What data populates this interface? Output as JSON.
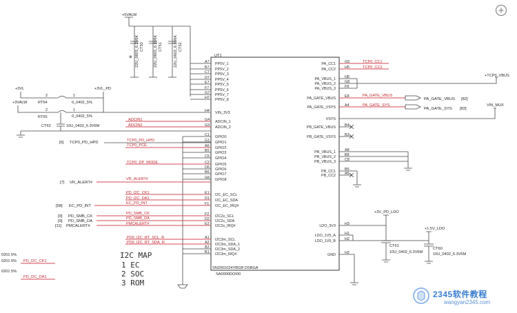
{
  "power": {
    "vin_top": "+5VALW",
    "vin_left1": "+3VL",
    "vin_left2": "+3VALW",
    "vin_pd": "+3VL_PD",
    "ldo_net": "+3V_PD_LDO",
    "ldo15_net": "+1.5V_LDO",
    "tcp_vbus": "+TCP0_VBUS",
    "vin_mux": "VIN_MUX"
  },
  "top_caps": [
    {
      "ref": "CT50",
      "value": "22U_0603_6.3V6K"
    },
    {
      "ref": "CT51",
      "value": "22U_0603_6.3V6K"
    },
    {
      "ref": "CT52",
      "value": "22U_0603_6.3V6K"
    }
  ],
  "left_parts": {
    "rt64_ref": "RT64",
    "rt64_val": "0_0402_5%",
    "rt65_ref": "RT65",
    "rt65_val": "0_0402_5%",
    "ct62_ref": "CT62",
    "ct62_val": "10U_0402_6.3V6M",
    "pin1": "1",
    "pin2": "2"
  },
  "chip": {
    "ref": "UT1",
    "part": "SN2001024YBGR DSBGA",
    "code": "SA0000DOI00",
    "left_pins": [
      {
        "ball": "A7",
        "name": "PP5V_1"
      },
      {
        "ball": "B7",
        "name": "PP5V_2"
      },
      {
        "ball": "C7",
        "name": "PP5V_3"
      },
      {
        "ball": "D7",
        "name": "PP5V_4"
      },
      {
        "ball": "E7",
        "name": "PP5V_5"
      },
      {
        "ball": "F7",
        "name": "PP5V_6"
      },
      {
        "ball": "G7",
        "name": "PP5V_7"
      },
      {
        "ball": "H7",
        "name": "PP5V_8"
      },
      {
        "ball": "H4",
        "name": "VIN_3V3"
      },
      {
        "ball": "G4",
        "name": "ADCIN_1"
      },
      {
        "ball": "G3",
        "name": "ADCIN_2"
      },
      {
        "ball": "C1",
        "name": "GPIO0"
      },
      {
        "ball": "G1",
        "name": "GPIO1"
      },
      {
        "ball": "A6",
        "name": "GPIO2"
      },
      {
        "ball": "B5",
        "name": "GPIO3"
      },
      {
        "ball": "C5",
        "name": "GPIO4"
      },
      {
        "ball": "C2",
        "name": "GPIO5"
      },
      {
        "ball": "D6",
        "name": "GPIO6"
      },
      {
        "ball": "B6",
        "name": "GPIO7"
      },
      {
        "ball": "G6",
        "name": "GPIO8"
      },
      {
        "ball": "E1",
        "name": "I2C_EC_SCL"
      },
      {
        "ball": "D1",
        "name": "I2C_EC_SDA"
      },
      {
        "ball": "F1",
        "name": "I2C_EC_IRQ#"
      },
      {
        "ball": "F2",
        "name": "I2C2s_SCL"
      },
      {
        "ball": "D2",
        "name": "I2C2s_SDA"
      },
      {
        "ball": "E2",
        "name": "I2C2s_IRQ#"
      },
      {
        "ball": "A1",
        "name": "I2C3m_SCL"
      },
      {
        "ball": "A2",
        "name": "I2C3m_SDA_1"
      },
      {
        "ball": "B2",
        "name": "I2C3m_SDA_2"
      },
      {
        "ball": "B1",
        "name": "I2C3m_IRQ#"
      }
    ],
    "right_pins": [
      {
        "ball": "G5",
        "name": "PA_CC1"
      },
      {
        "ball": "H5",
        "name": "PA_CC2"
      },
      {
        "ball": "H8",
        "name": "PA_VBUS_1"
      },
      {
        "ball": "G8",
        "name": "PA_VBUS_2"
      },
      {
        "ball": "F8",
        "name": "PA_VBUS_3"
      },
      {
        "ball": "E8",
        "name": "PA_GATE_VBUS"
      },
      {
        "ball": "A4",
        "name": "PA_GATE_VSYS"
      },
      {
        "ball": "",
        "name": "VSYS"
      },
      {
        "ball": "B4",
        "name": "PB_GATE_VBUS"
      },
      {
        "ball": "B3",
        "name": "PB_GATE_VSYS"
      },
      {
        "ball": "A8",
        "name": "PB_VBUS_1"
      },
      {
        "ball": "B8",
        "name": "PB_VBUS_2"
      },
      {
        "ball": "C8",
        "name": "PB_VBUS_3"
      },
      {
        "ball": "B5",
        "name": "PB_CC1"
      },
      {
        "ball": "A5",
        "name": "PB_CC2"
      },
      {
        "ball": "H3",
        "name": "LDO_3V3"
      },
      {
        "ball": "H1",
        "name": "LDO_1V5_A"
      },
      {
        "ball": "H2",
        "name": "LDO_1V5_B"
      },
      {
        "ball": "H2",
        "name": "GND"
      }
    ]
  },
  "left_nets": {
    "adcin1": "ADCIN1",
    "adcin2": "ADCIN2",
    "tcp0_hpd": "TCP0_PD_HPD",
    "tcp0_pce": "TCP0_PCE",
    "tcp0_dp_mode": "TCP0_DP_MODE",
    "vr_alert": "VR_ALERT#",
    "pd_i2c_ck1": "PD_I2C_CK1",
    "pd_i2c_da1": "PD_I2C_DA1",
    "ec_pd_int": "EC_PD_INT",
    "pd_smb_ck": "PD_SMB_CK",
    "pd_smb_da": "PD_SMB_DA",
    "pmcalert": "PMCALERT#",
    "pd_rt_scl": "PD0_I2C_RT_SCL_R",
    "pd_rt_sda": "PD0_I2C_RT_SDA_R"
  },
  "left_refs": {
    "r6": "[6]",
    "tcp0_hpd_lbl": "TCP0_PD_HPD",
    "r7": "[7]",
    "vr_alert_lbl": "VR_ALERT#",
    "r58": "[58]",
    "ec_pd_int_lbl": "EC_PD_INT",
    "r9a": "[9]",
    "pd_smb_ck_lbl": "PD_SMB_CK",
    "r9b": "[9]",
    "pd_smb_da_lbl": "PD_SMB_DA",
    "r11": "[11]",
    "pmcalert_lbl": "PMCALERT#"
  },
  "right_nets": {
    "tcp0_cc1": "TCP0_CC1",
    "tcp0_cc2": "TCP0_CC2",
    "pa_gate_vbus_net": "PA_GATE_VBUS",
    "pa_gate_sys_net": "PA_GATE_SYS",
    "pa_gate_vbus_off": "PA_GATE_VBUS",
    "pa_gate_vbus_ref": "[82]",
    "pa_gate_sys_off": "PA_GATE_SYS",
    "pa_gate_sys_ref": "[82]"
  },
  "right_parts": {
    "ct61_ref": "CT61",
    "ct61_val": "10U_0402_6.3V6M",
    "ct60_ref": "CT60",
    "ct60_val": "10U_0402_6.3V6M"
  },
  "i2c_map": {
    "title": "I2C MAP",
    "items": [
      "1 EC",
      "2 SOC",
      "3 ROM"
    ]
  },
  "bottom_left": [
    {
      "res": "0201 5%",
      "net": "PD_I2C_CK1"
    },
    {
      "res": "0201 5%",
      "net": ""
    },
    {
      "res": "0201 5%",
      "net": "PD_I2C_DA1"
    }
  ],
  "watermark": {
    "title": "2345软件教程",
    "sub": "wangyan2345.com"
  }
}
